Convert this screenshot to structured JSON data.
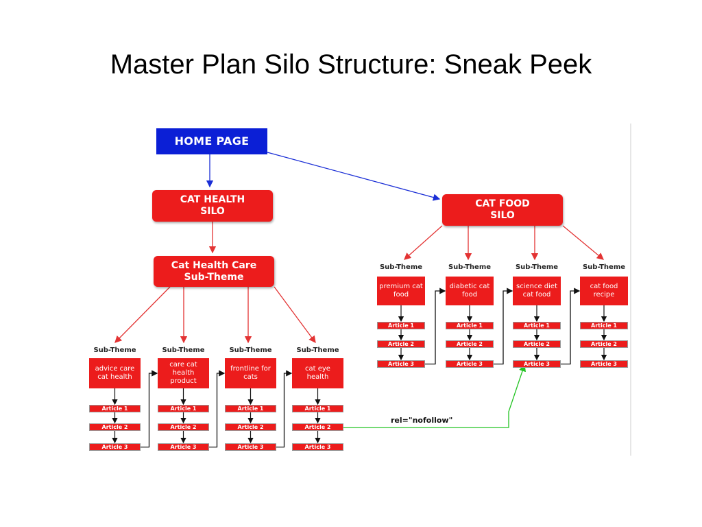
{
  "slide": {
    "title": "Master Plan Silo Structure: Sneak Peek"
  },
  "colors": {
    "home": "#0b1fd6",
    "silo": "#ec1c1c",
    "link_blue": "#1a2ed6",
    "link_red": "#e33333",
    "link_green": "#22c322",
    "link_black": "#111111"
  },
  "diagram": {
    "home_label": "HOME PAGE",
    "cat_health_silo": "CAT HEALTH SILO",
    "cat_food_silo": "CAT FOOD SILO",
    "cat_health_theme": "Cat Health Care Sub-Theme",
    "sub_theme_label": "Sub-Theme",
    "nofollow_label": "rel=\"nofollow\"",
    "health_subthemes": [
      {
        "label": "advice care cat health",
        "articles": [
          "Article 1",
          "Article 2",
          "Article 3"
        ]
      },
      {
        "label": "care cat health product",
        "articles": [
          "Article 1",
          "Article 2",
          "Article 3"
        ]
      },
      {
        "label": "frontline for cats",
        "articles": [
          "Article 1",
          "Article 2",
          "Article 3"
        ]
      },
      {
        "label": "cat eye health",
        "articles": [
          "Article 1",
          "Article 2",
          "Article 3"
        ]
      }
    ],
    "food_subthemes": [
      {
        "label": "premium cat food",
        "articles": [
          "Article 1",
          "Article 2",
          "Article 3"
        ]
      },
      {
        "label": "diabetic cat food",
        "articles": [
          "Article 1",
          "Article 2",
          "Article 3"
        ]
      },
      {
        "label": "science diet cat food",
        "articles": [
          "Article 1",
          "Article 2",
          "Article 3"
        ]
      },
      {
        "label": "cat food recipe",
        "articles": [
          "Article 1",
          "Article 2",
          "Article 3"
        ]
      }
    ]
  }
}
